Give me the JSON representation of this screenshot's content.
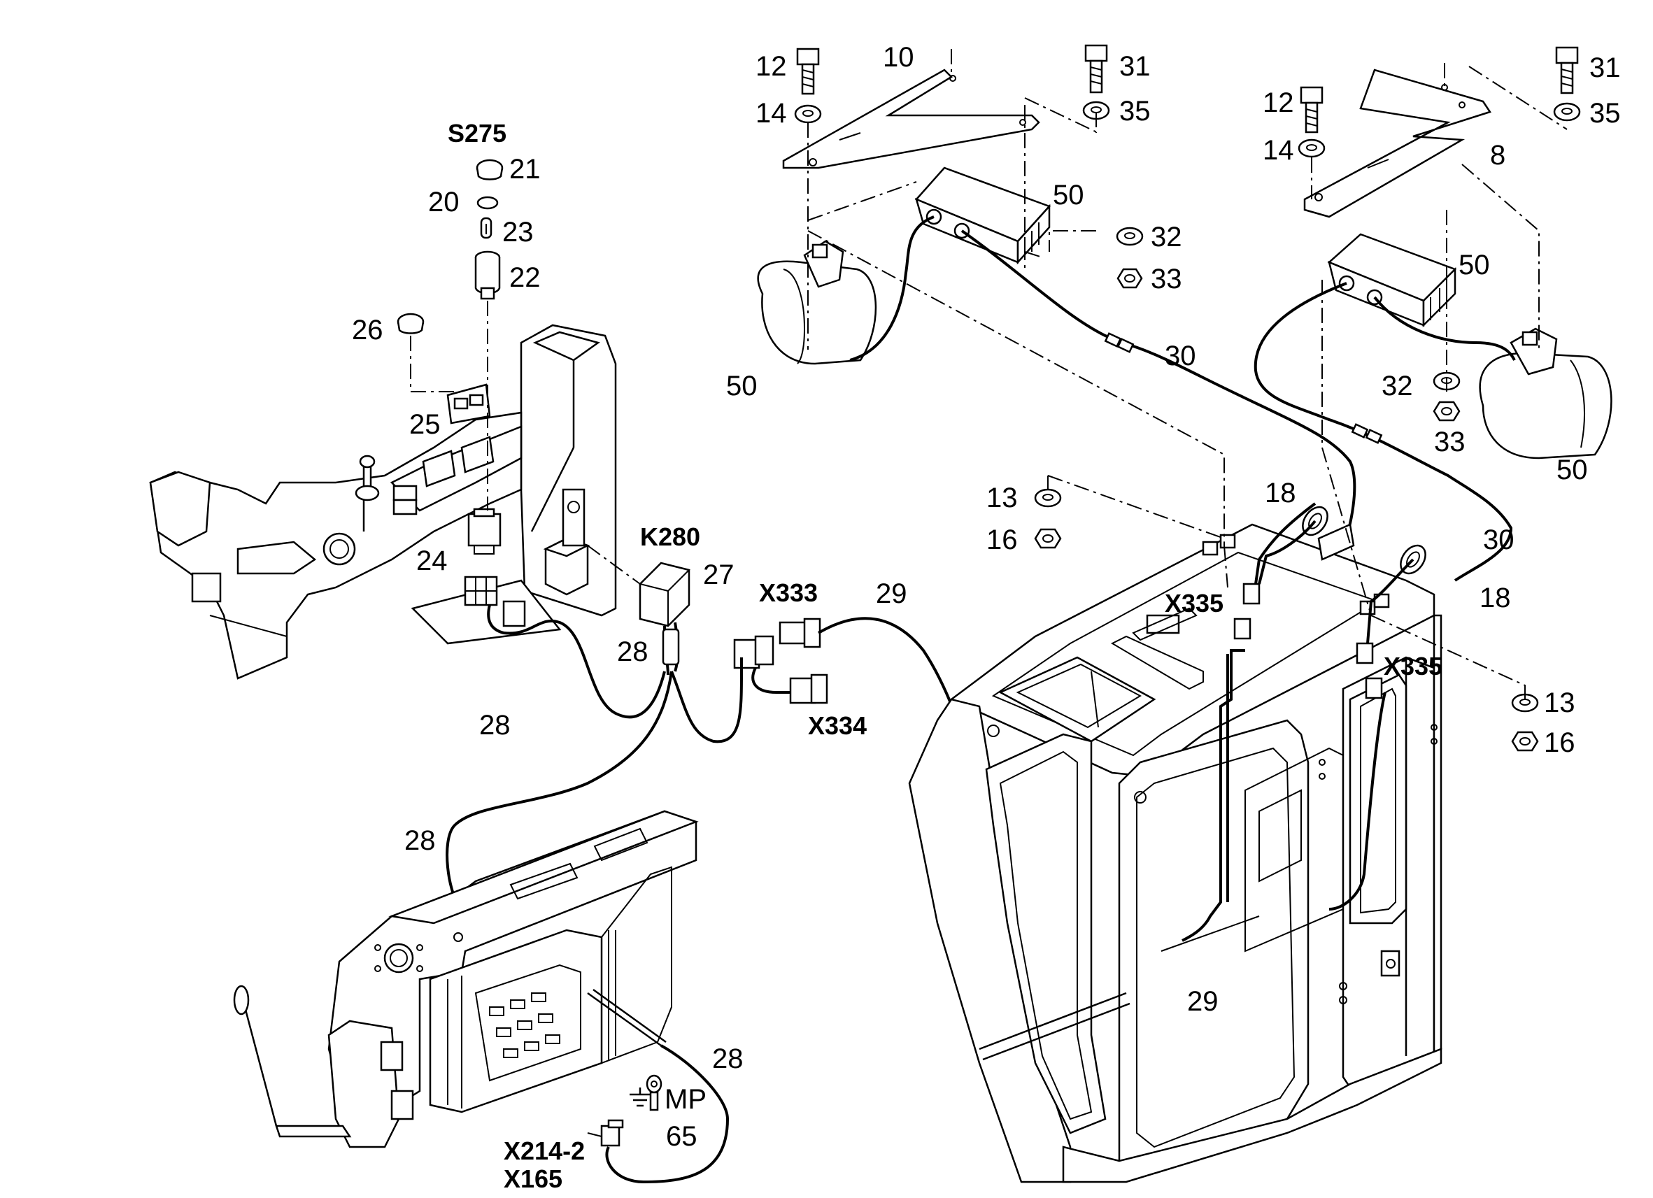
{
  "callouts": {
    "c12a": "12",
    "c14a": "14",
    "c10": "10",
    "c31a": "31",
    "c35a": "35",
    "c12b": "12",
    "c14b": "14",
    "c31b": "31",
    "c35b": "35",
    "c8": "8",
    "c50a": "50",
    "c32a": "32",
    "c33a": "33",
    "c50b": "50",
    "c30a": "30",
    "c50c": "50",
    "c32b": "32",
    "c33b": "33",
    "c50d": "50",
    "c21": "21",
    "c20": "20",
    "c23": "23",
    "c22": "22",
    "c26": "26",
    "c25": "25",
    "c24": "24",
    "c27": "27",
    "c28a": "28",
    "c28b": "28",
    "c29a": "29",
    "c13a": "13",
    "c16a": "16",
    "c18a": "18",
    "c30b": "30",
    "c18b": "18",
    "c13b": "13",
    "c16b": "16",
    "c28c": "28",
    "c28d": "28",
    "c29b": "29",
    "c65": "65"
  },
  "designators": {
    "s275": "S275",
    "k280": "K280",
    "x333": "X333",
    "x334": "X334",
    "x335a": "X335",
    "x335b": "X335",
    "mp": "MP",
    "x214": "X214-2",
    "x165": "X165"
  }
}
